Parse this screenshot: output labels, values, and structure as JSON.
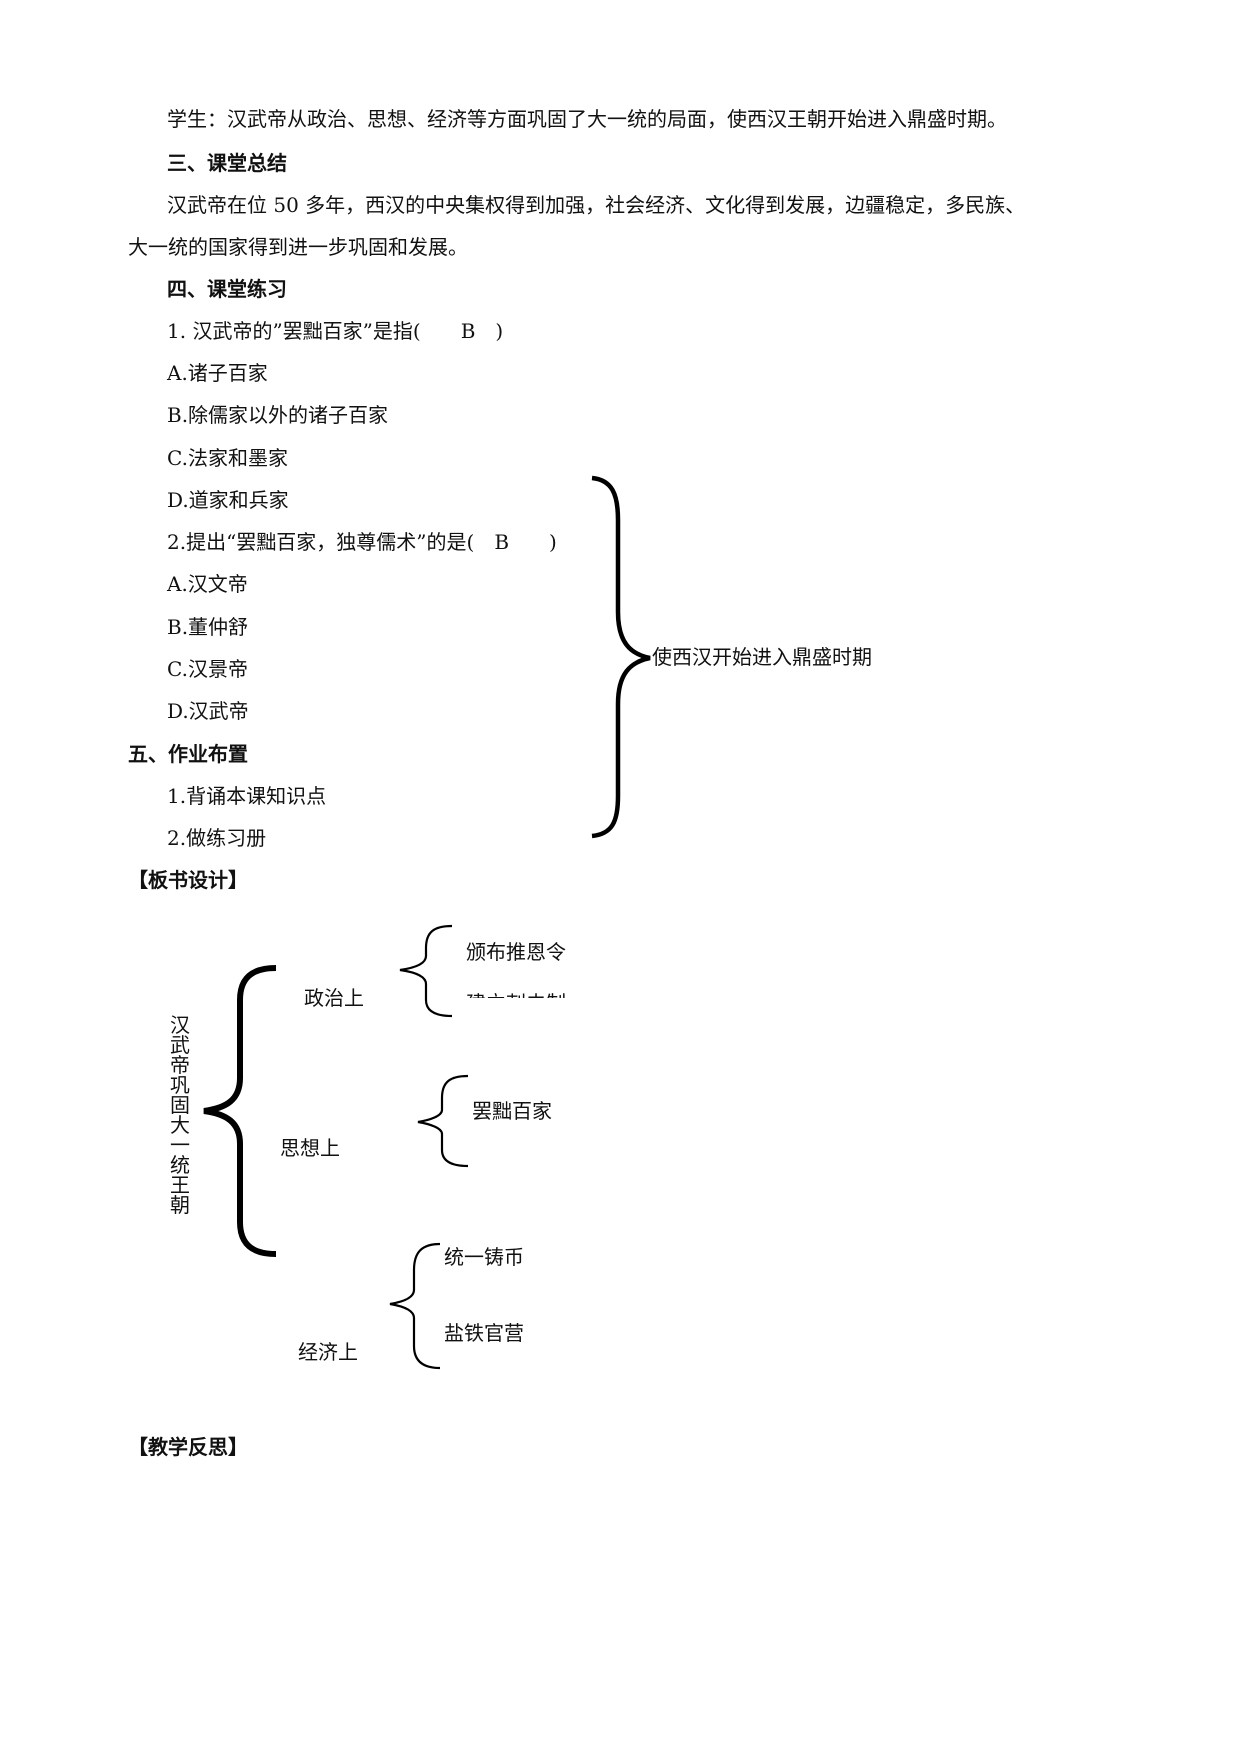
{
  "lesson": {
    "student_line": "学生：汉武帝从政治、思想、经济等方面巩固了大一统的局面，使西汉王朝开始进入鼎盛时期。",
    "section3_heading": "三、课堂总结",
    "summary_line1": "汉武帝在位 50 多年，西汉的中央集权得到加强，社会经济、文化得到发展，边疆稳定，多民族、",
    "summary_line2": "大一统的国家得到进一步巩固和发展。",
    "section4_heading": "四、课堂练习",
    "q1": {
      "stem": "1. 汉武帝的”罢黜百家”是指(　　B　)",
      "options": [
        "A.诸子百家",
        "B.除儒家以外的诸子百家",
        "C.法家和墨家",
        "D.道家和兵家"
      ]
    },
    "q2": {
      "stem": "2.提出“罢黜百家，独尊儒术”的是(　B　　)",
      "options": [
        "A.汉文帝",
        "B.董仲舒",
        "C.汉景帝",
        "D.汉武帝"
      ]
    },
    "section5_heading": "五、作业布置",
    "homework": [
      "1.背诵本课知识点",
      "2.做练习册"
    ],
    "side_note": "使西汉开始进入鼎盛时期",
    "board_heading": "【板书设计】",
    "reflection_heading": "【教学反思】"
  },
  "board": {
    "root": "汉武帝巩固大一统王朝",
    "politics": {
      "label": "政治上",
      "items": [
        "颁布推恩令",
        "建立刺史制"
      ]
    },
    "thought": {
      "label": "思想上",
      "items": [
        "罢黜百家"
      ]
    },
    "economy": {
      "label": "经济上",
      "items": [
        "统一铸币",
        "盐铁官营"
      ]
    }
  }
}
